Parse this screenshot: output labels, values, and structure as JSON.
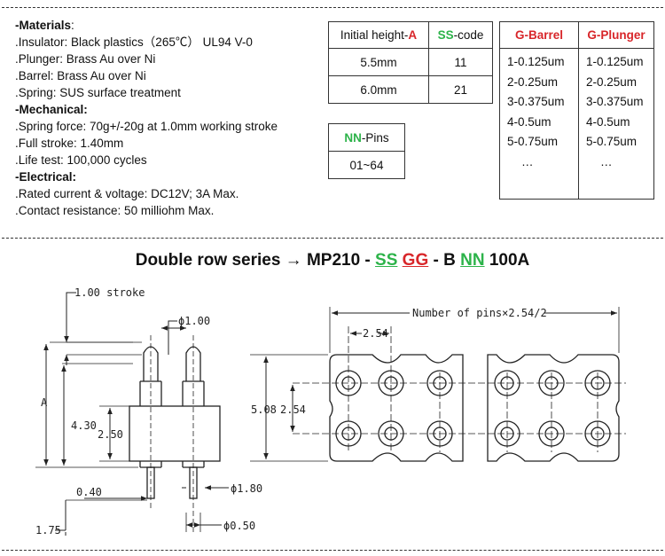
{
  "materials": {
    "heading": "-Materials",
    "heading_suffix": ":",
    "lines": [
      ".Insulator: Black plastics（265℃） UL94 V-0",
      ".Plunger: Brass Au over Ni",
      ".Barrel: Brass Au over Ni",
      ".Spring: SUS surface treatment"
    ]
  },
  "mechanical": {
    "heading": "-Mechanical:",
    "lines": [
      ".Spring force: 70g+/-20g at 1.0mm working stroke",
      ".Full stroke: 1.40mm",
      ".Life test: 100,000 cycles"
    ]
  },
  "electrical": {
    "heading": "-Electrical:",
    "lines": [
      ".Rated current & voltage: DC12V; 3A Max.",
      ".Contact resistance: 50 milliohm Max."
    ]
  },
  "height_table": {
    "col1_prefix": "Initial height-",
    "col1_highlight": "A",
    "col2_highlight": "SS",
    "col2_suffix": "-code",
    "rows": [
      {
        "height": "5.5mm",
        "code": "11"
      },
      {
        "height": "6.0mm",
        "code": "21"
      }
    ]
  },
  "pins_table": {
    "header_highlight": "NN",
    "header_suffix": "-Pins",
    "value": "01~64"
  },
  "plating_table": {
    "col1": "G-Barrel",
    "col2": "G-Plunger",
    "barrel": [
      "1-0.125um",
      "2-0.25um",
      "3-0.375um",
      "4-0.5um",
      "5-0.75um",
      "…"
    ],
    "plunger": [
      "1-0.125um",
      "2-0.25um",
      "3-0.375um",
      "4-0.5um",
      "5-0.75um",
      "…"
    ]
  },
  "series": {
    "prefix": "Double row series → MP210 - ",
    "ss": "SS",
    "gg": "GG",
    "mid": " - B ",
    "nn": "NN",
    "suffix": " 100A"
  },
  "side_view": {
    "stroke": "1.00 stroke",
    "plunger_dia": "ϕ1.00",
    "height": "A",
    "body_height": "4.30",
    "insulator_height": "2.50",
    "tail_dia": "ϕ1.80",
    "tail_offset": "0.40",
    "tail_length": "1.75",
    "tip_dia": "ϕ0.50"
  },
  "top_view": {
    "total": "Number of pins×2.54/2",
    "pitch": "2.54",
    "width": "5.08",
    "row_pitch": "2.54"
  },
  "colors": {
    "green": "#2db34a",
    "red": "#d8262a"
  }
}
